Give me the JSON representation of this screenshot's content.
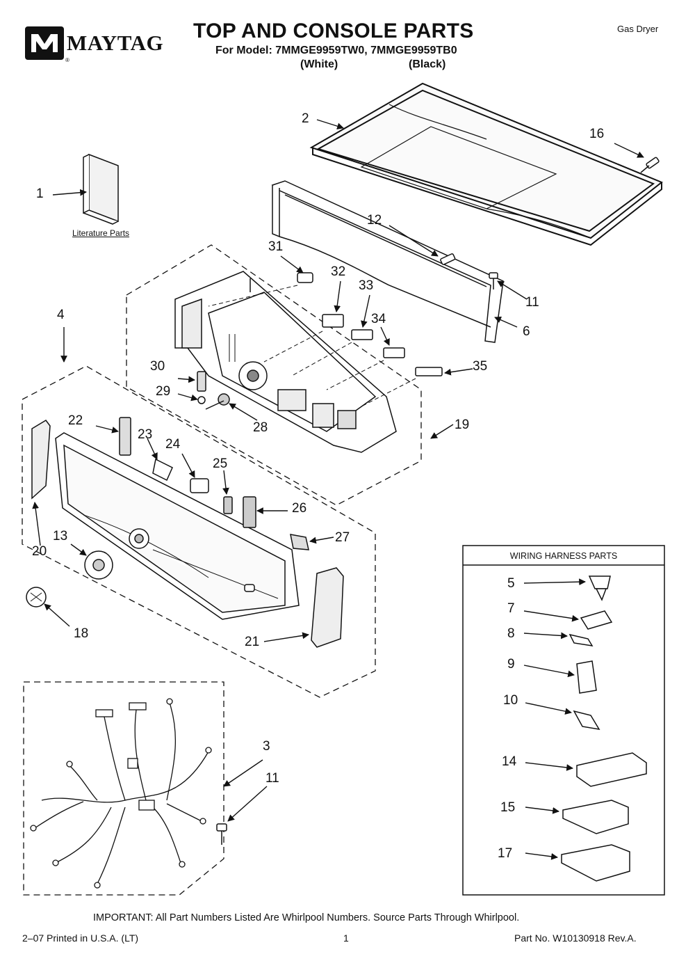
{
  "header": {
    "brand": "MAYTAG",
    "title": "TOP AND CONSOLE PARTS",
    "model_line": "For Model: 7MMGE9959TW0, 7MMGE9959TB0",
    "variant_white": "(White)",
    "variant_black": "(Black)",
    "appliance_type": "Gas Dryer"
  },
  "literature": {
    "label": "Literature Parts"
  },
  "harness_box": {
    "title": "WIRING HARNESS PARTS"
  },
  "callouts": {
    "c1": "1",
    "c2": "2",
    "c3": "3",
    "c4": "4",
    "c5": "5",
    "c6": "6",
    "c7": "7",
    "c8": "8",
    "c9": "9",
    "c10": "10",
    "c11a": "11",
    "c11b": "11",
    "c12": "12",
    "c13": "13",
    "c14": "14",
    "c15": "15",
    "c16": "16",
    "c17": "17",
    "c18": "18",
    "c19": "19",
    "c20": "20",
    "c21": "21",
    "c22": "22",
    "c23": "23",
    "c24": "24",
    "c25": "25",
    "c26": "26",
    "c27": "27",
    "c28": "28",
    "c29": "29",
    "c30": "30",
    "c31": "31",
    "c32": "32",
    "c33": "33",
    "c34": "34",
    "c35": "35"
  },
  "footer": {
    "important": "IMPORTANT: All Part Numbers Listed Are Whirlpool Numbers. Source Parts Through Whirlpool.",
    "printed": "2–07 Printed in U.S.A. (LT)",
    "page": "1",
    "part_no": "Part No. W10130918 Rev.A."
  }
}
